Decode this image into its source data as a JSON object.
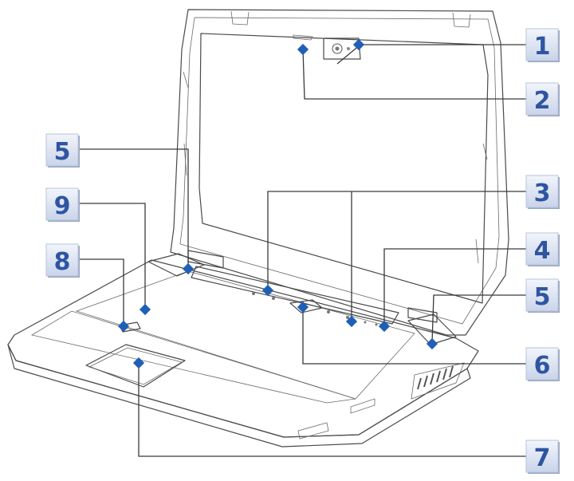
{
  "callouts": [
    {
      "id": "1",
      "label": "1"
    },
    {
      "id": "2",
      "label": "2"
    },
    {
      "id": "3",
      "label": "3"
    },
    {
      "id": "4",
      "label": "4"
    },
    {
      "id": "5a",
      "label": "5"
    },
    {
      "id": "5b",
      "label": "5"
    },
    {
      "id": "6",
      "label": "6"
    },
    {
      "id": "7",
      "label": "7"
    },
    {
      "id": "8",
      "label": "8"
    },
    {
      "id": "9",
      "label": "9"
    }
  ],
  "colors": {
    "label_text": "#2e55a0",
    "label_box": "#dfe6f3",
    "marker": "#1f5fb5",
    "line": "#3a3a3a"
  },
  "figure_type": "laptop top-view component callout diagram"
}
